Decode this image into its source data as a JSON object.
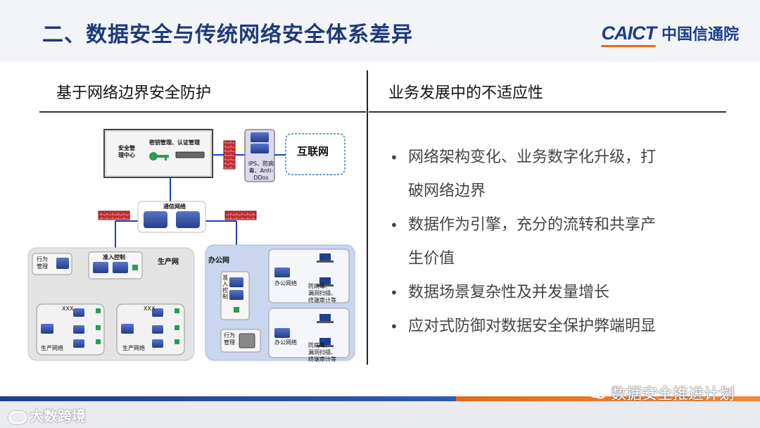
{
  "title": "二、数据安全与传统网络安全体系差异",
  "logo": {
    "en": "CAICT",
    "cn": "中国信通院"
  },
  "left": {
    "heading": "基于网络边界安全防护"
  },
  "right": {
    "heading": "业务发展中的不适应性",
    "bullets": [
      "网络架构变化、业务数字化升级，打",
      "破网络边界",
      "数据作为引擎，充分的流转和共享产",
      "生价值",
      "数据场景复杂性及并发量增长",
      "应对式防御对数据安全保护弊端明显"
    ]
  },
  "diagram": {
    "sec_center": "安全管理中心",
    "sec_center_l1": "安全管",
    "sec_center_l2": "理中心",
    "key_mgmt": "密钥管理、认证管理",
    "ips_l1": "IPS、防病",
    "ips_l2": "毒、Anti-",
    "ips_l3": "DDos",
    "internet": "互联网",
    "comm_net": "通信网络",
    "prod_net": "生产网",
    "office_net": "办公网",
    "behavior_mgmt_l1": "行为",
    "behavior_mgmt_l2": "管理",
    "access_ctrl": "准入控制",
    "access_ctrl_v": "准入控制",
    "xxx": "XXX",
    "prod_area": "生产网络",
    "office_area": "办公网络",
    "av_l1": "防病毒、",
    "av_l2": "漏洞扫描、",
    "av_l3": "终端审计等",
    "behavior2_l1": "行为",
    "behavior2_l2": "管理"
  },
  "watermark": {
    "left": "大数跨境",
    "right": "数据安全推进计划"
  },
  "colors": {
    "title": "#1f3a7a",
    "accent_orange": "#e36a1d",
    "brand_blue": "#1c3d8c",
    "link_blue": "#1a3fc4"
  }
}
